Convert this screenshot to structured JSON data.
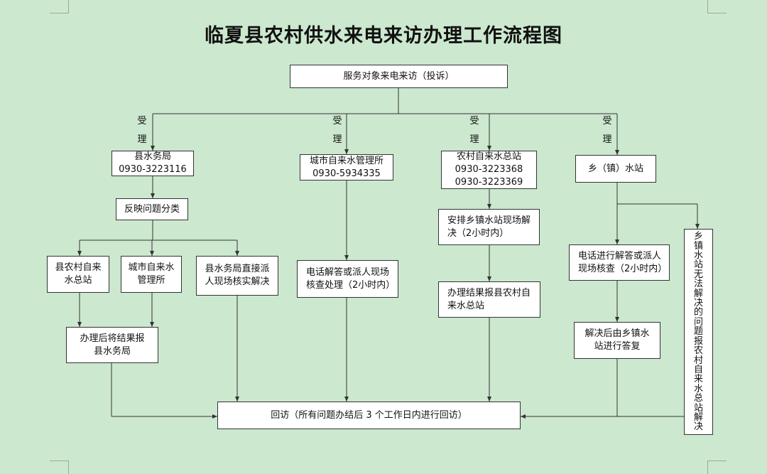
{
  "title": "临夏县农村供水来电来访办理工作流程图",
  "colors": {
    "background": "#cce8cf",
    "box": "#ffffff",
    "line": "#333333"
  },
  "accept_labels": [
    [
      "受",
      "理"
    ],
    [
      "受",
      "理"
    ],
    [
      "受",
      "理"
    ],
    [
      "受",
      "理"
    ]
  ],
  "nodes": {
    "start": "服务对象来电来访（投诉）",
    "county_bureau": [
      "县水务局",
      "0930-3223116"
    ],
    "city_water": [
      "城市自来水管理所",
      "0930-5934335"
    ],
    "rural_station": [
      "农村自来水总站",
      "0930-3223368",
      "0930-3223369"
    ],
    "town_station": "乡（镇）水站",
    "classify": "反映问题分类",
    "county_rural": [
      "县农村自来",
      "水总站"
    ],
    "city_water_mgmt": [
      "城市自来水",
      "管理所"
    ],
    "county_direct": [
      "县水务局直接派",
      "人现场核实解决"
    ],
    "city_phone": [
      "电话解答或派人现场",
      "核查处理（2小时内）"
    ],
    "arrange_town": [
      "安排乡镇水站现场解",
      "决（2小时内）"
    ],
    "report_rural": [
      "办理结果报县农村自",
      "来水总站"
    ],
    "town_phone": [
      "电话进行解答或派人",
      "现场核查（2小时内）"
    ],
    "town_reply": [
      "解决后由乡镇水",
      "站进行答复"
    ],
    "report_bureau": [
      "办理后将结果报",
      "县水务局"
    ],
    "town_unresolved": "乡镇水站无法解决的问题报农村自来水总站解决",
    "revisit": "回访（所有问题办结后 3 个工作日内进行回访）"
  }
}
